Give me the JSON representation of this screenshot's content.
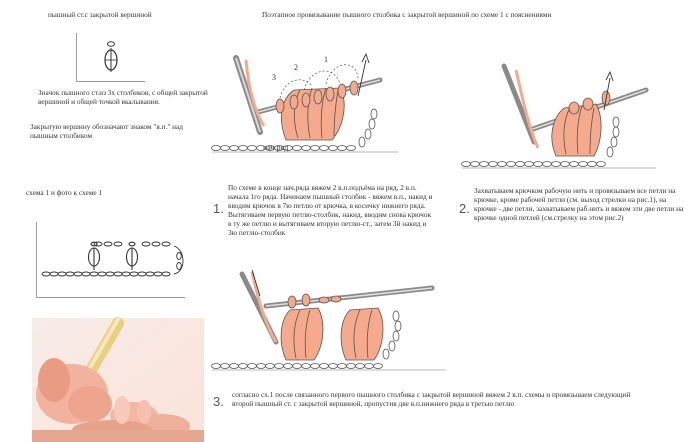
{
  "top_left_title": "пышный ст.с закрытой вершиной",
  "main_title": "Поэтапное провязывание пышного столбика с закрытой вершиной по схеме 1 с пояснениями",
  "symbol_note": "Значок пышного ст.из 3х столбиков, с общей закрытой вершиной и общей точкой вкалывания.",
  "closed_top_note": "Закрытую вершину обозначают знаком \"в.п.\" над пышным столбиком",
  "scheme_caption": "схема 1 и фото к схеме 1",
  "labels": {
    "loop_numbers": [
      "3",
      "2",
      "1"
    ],
    "start_row": "нач.ряд"
  },
  "steps": [
    {
      "number": "1.",
      "text": "По схеме в конце нач.ряда вяжем 2 в.п.подъёма на ряд, 2 в.п. начала 1го ряда. Начинаем пышный столбик - вяжем в.п., накид и вводим крючок в 7ю петлю от крючка, в косичку нижнего ряда. Вытягиваем первую петлю-столбик, накид, вводим снова крючок в ту же петлю и вытягиваем вторую петлю-ст., затем 3й накид и 3ю петлю-столбик"
    },
    {
      "number": "2.",
      "text": "Захватываем крючком рабочую нить и провязываем все петли на крючке, кроме рабочей петли (см. выход стрелки на рис.1), на крючке - две петли, захватываем раб.нить и вяжем эти две петли на крючке одной петлей (см.стрелку на этом рис.2)"
    },
    {
      "number": "3.",
      "text": "согласно сх.1 после связанного первого пышного столбика с закрытой вершиной вяжем 2 в.п. схемы и провязываем следующий второй пышный ст. с закрытой вершиной, пропустив две в.п.нижнего ряда в третью петлю"
    }
  ],
  "colors": {
    "yarn": "#f3a88e",
    "yarn_dark": "#c9735a",
    "hook": "#8a8a8a",
    "line": "#444444"
  }
}
